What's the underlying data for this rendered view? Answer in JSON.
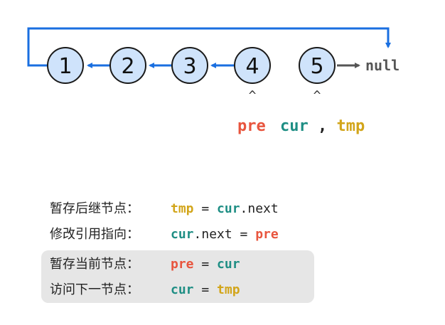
{
  "diagram": {
    "nodes": [
      "1",
      "2",
      "3",
      "4",
      "5"
    ],
    "null_label": "null",
    "pointer_caret": "^",
    "pointers": {
      "pre": "pre",
      "cur": "cur",
      "comma": ",",
      "tmp": "tmp"
    },
    "colors": {
      "node_fill": "#cfe3fb",
      "node_stroke": "#1a1a1a",
      "link": "#1a6fe0",
      "null_arrow": "#555555",
      "pre": "#e8553e",
      "cur": "#1e8e84",
      "tmp": "#d2a51a",
      "highlight_bg": "#e6e6e6"
    }
  },
  "steps": [
    {
      "label": "暂存后继节点：",
      "parts": [
        [
          "tmp",
          "tmp"
        ],
        [
          " = ",
          "plain"
        ],
        [
          "cur",
          "cur"
        ],
        [
          ".next",
          "plain"
        ]
      ],
      "highlighted": false
    },
    {
      "label": "修改引用指向：",
      "parts": [
        [
          "cur",
          "cur"
        ],
        [
          ".next = ",
          "plain"
        ],
        [
          "pre",
          "pre"
        ]
      ],
      "highlighted": false
    },
    {
      "label": "暂存当前节点：",
      "parts": [
        [
          "pre",
          "pre"
        ],
        [
          " = ",
          "plain"
        ],
        [
          "cur",
          "cur"
        ]
      ],
      "highlighted": true
    },
    {
      "label": "访问下一节点：",
      "parts": [
        [
          "cur",
          "cur"
        ],
        [
          " = ",
          "plain"
        ],
        [
          "tmp",
          "tmp"
        ]
      ],
      "highlighted": true
    }
  ]
}
